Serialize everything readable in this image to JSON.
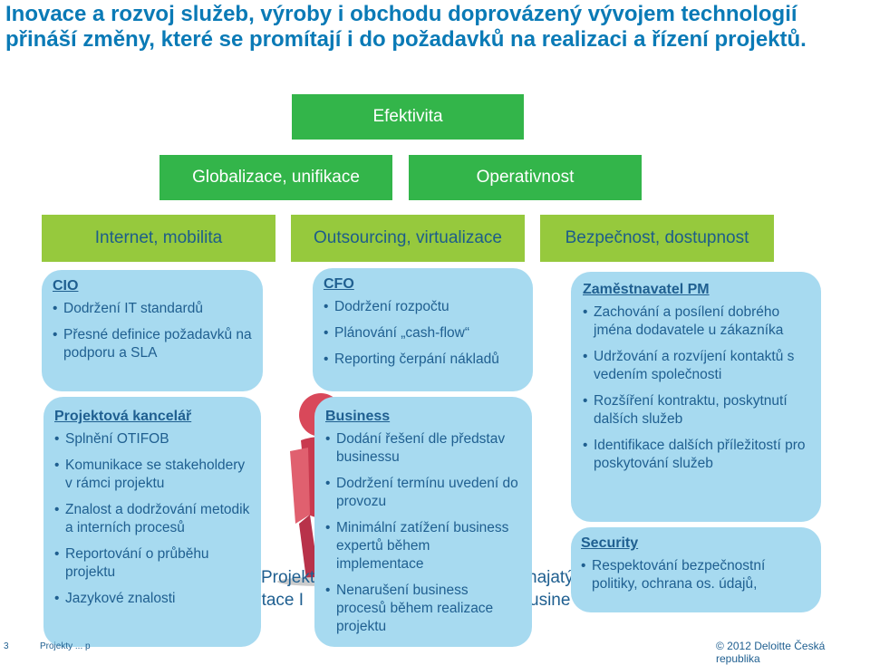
{
  "slide": {
    "title": "Inovace a rozvoj služeb, výroby i obchodu doprovázený vývojem technologií přináší změny, které se promítají i do požadavků na realizaci a řízení projektů.",
    "pyramid": {
      "top": "Efektivita",
      "middle": [
        "Globalizace, unifikace",
        "Operativnost"
      ],
      "bottom": [
        "Internet, mobilita",
        "Outsourcing, virtualizace",
        "Bezpečnost, dostupnost"
      ]
    },
    "cards": {
      "cio": {
        "heading": "CIO",
        "items": [
          "Dodržení  IT standardů",
          "Přesné definice požadavků na podporu a SLA"
        ]
      },
      "pmo": {
        "heading": "Projektová kancelář",
        "items": [
          "Splnění OTIFOB",
          "Komunikace se stakeholdery v rámci projektu",
          "Znalost a dodržování metodik  a interních procesů",
          "Reportování o průběhu projektu",
          "Jazykové znalosti"
        ]
      },
      "cfo": {
        "heading": "CFO",
        "items": [
          "Dodržení rozpočtu",
          "Plánování „cash-flow“",
          "Reporting čerpání nákladů"
        ]
      },
      "business": {
        "heading": "Business",
        "items": [
          "Dodání řešení dle představ businessu",
          "Dodržení termínu uvedení do provozu",
          "Minimální zatížení business expertů během implementace",
          "Nenarušení business procesů během realizace projektu"
        ]
      },
      "employer": {
        "heading": "Zaměstnavatel  PM",
        "items": [
          "Zachování a posílení dobrého jména dodavatele u zákazníka",
          "Udržování a rozvíjení kontaktů s vedením společnosti",
          " Rozšíření kontraktu, poskytnutí dalších služeb",
          "Identifikace dalších příležitostí pro poskytování služeb"
        ]
      },
      "security": {
        "heading": "Security",
        "items": [
          "Respektování bezpečnostní politiky, ochrana os. údajů,"
        ]
      }
    },
    "partial_text": {
      "line1_left": "Projekt",
      "line1_right": "najatý",
      "line2_left": "ntace I",
      "line2_right": "usine"
    },
    "footer": {
      "page_number": "3",
      "left": "Projekty ... p",
      "copyright": "© 2012 Deloitte Česká republika"
    },
    "colors": {
      "title": "#0a7ab6",
      "green": "#33b54a",
      "lime": "#96c93d",
      "card": "#a7daf0",
      "card_text": "#1f5f90",
      "figure": "#d9485a"
    }
  }
}
